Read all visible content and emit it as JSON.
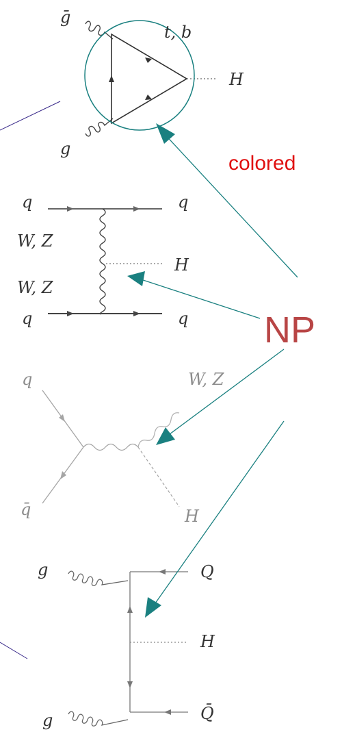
{
  "annotations": {
    "colored": "colored",
    "np": "NP",
    "accent_color": "#1a8080",
    "np_color": "#b84545",
    "colored_color": "#e01010"
  },
  "diagram1": {
    "gluon_top": "ḡ",
    "gluon_bottom": "g",
    "loop_quarks": "t, b",
    "higgs": "H"
  },
  "diagram2": {
    "quark_in_top": "q",
    "quark_out_top": "q",
    "boson_top": "W, Z",
    "higgs": "H",
    "boson_bottom": "W, Z",
    "quark_in_bottom": "q",
    "quark_out_bottom": "q"
  },
  "diagram3": {
    "quark_in": "q",
    "antiquark_in": "q̄",
    "boson_out": "W, Z",
    "higgs": "H"
  },
  "diagram4": {
    "gluon_top": "g",
    "gluon_bottom": "g",
    "quark_out": "Q",
    "higgs": "H",
    "antiquark_out": "Q̄"
  }
}
